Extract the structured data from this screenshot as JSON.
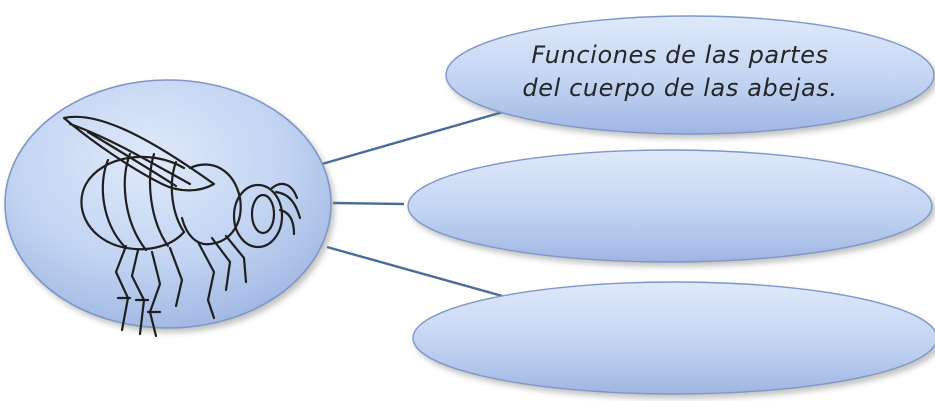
{
  "diagram": {
    "colors": {
      "ellipse_fill_light": "#dfe9fa",
      "ellipse_fill_mid": "#c2d4f2",
      "ellipse_fill_dark": "#9fb6e2",
      "ellipse_stroke": "#7f97c6",
      "connector": "#4d6a9a",
      "drawing_stroke": "#1f1f1f"
    },
    "center_node": {
      "image": "bee-drawing"
    },
    "nodes": [
      {
        "label_lines": [
          "Funciones de las partes",
          "del cuerpo de las abejas."
        ]
      },
      {
        "label_lines": []
      },
      {
        "label_lines": []
      }
    ]
  }
}
